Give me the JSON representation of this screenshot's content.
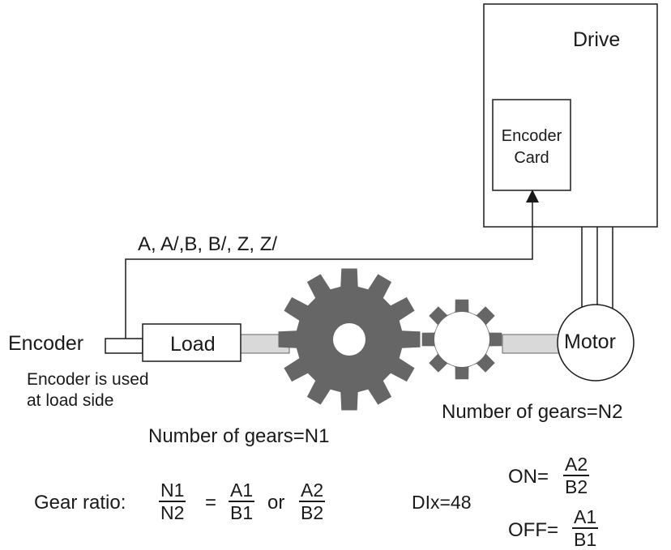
{
  "drive": {
    "label": "Drive"
  },
  "encoder_card": {
    "line1": "Encoder",
    "line2": "Card"
  },
  "signal_label": "A, A/,B, B/, Z, Z/",
  "encoder_label": "Encoder",
  "load_label": "Load",
  "motor_label": "Motor",
  "encoder_note": {
    "line1": "Encoder is used",
    "line2": "at load side"
  },
  "gear1_label": "Number of gears=N1",
  "gear2_label": "Number of gears=N2",
  "gear_ratio": {
    "prefix": "Gear ratio:",
    "f1": {
      "num": "N1",
      "den": "N2"
    },
    "eq": "=",
    "f2": {
      "num": "A1",
      "den": "B1"
    },
    "or": "or",
    "f3": {
      "num": "A2",
      "den": "B2"
    }
  },
  "dix": {
    "label": "DIx=48"
  },
  "on": {
    "label": "ON=",
    "num": "A2",
    "den": "B2"
  },
  "off": {
    "label": "OFF=",
    "num": "A1",
    "den": "B1"
  },
  "colors": {
    "gear": "#666666",
    "shaft": "#d9d9d9",
    "stroke": "#1a1a1a"
  }
}
